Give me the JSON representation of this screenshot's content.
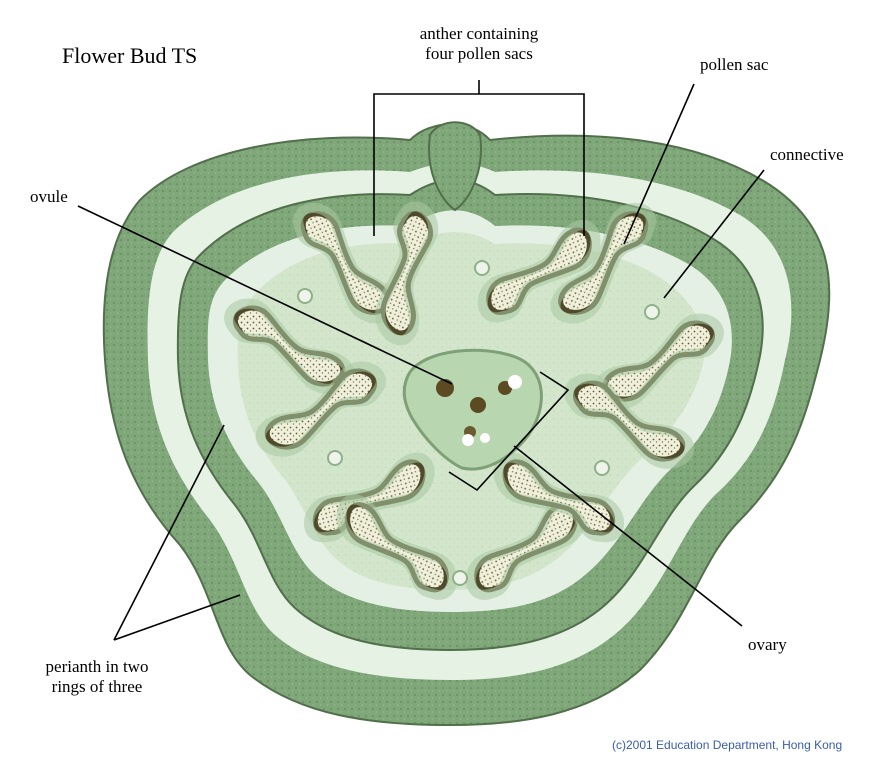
{
  "title": "Flower Bud  TS",
  "labels": {
    "anther_line1": "anther containing",
    "anther_line2": "four pollen sacs",
    "pollen_sac": "pollen sac",
    "connective": "connective",
    "ovule": "ovule",
    "perianth_line1": "perianth in two",
    "perianth_line2": "rings of three",
    "ovary": "ovary"
  },
  "credit": "(c)2001 Education Department, Hong Kong",
  "colors": {
    "tissue_outer": "#7fa77a",
    "tissue_dark": "#5e8659",
    "tissue_light": "#cfe3c8",
    "cavity": "#e4f0e4",
    "pollen_wall": "#4f4a2c",
    "pollen_inside": "#eef0dc",
    "credit": "#3a5ea8"
  }
}
